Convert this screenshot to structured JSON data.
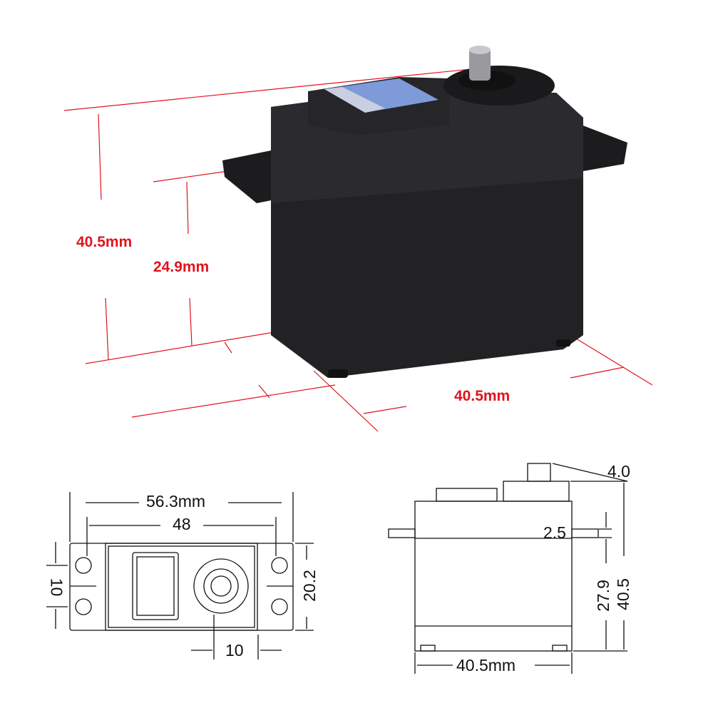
{
  "top_view": {
    "height_label": "40.5mm",
    "body_height_label": "24.9mm",
    "depth_label": "40.5mm",
    "dimension_color": "#e0141e"
  },
  "top_drawing": {
    "overall_length": "56.3mm",
    "hole_spacing": "48",
    "width": "20.2",
    "hole_pitch": "10",
    "shaft_offset": "10"
  },
  "side_drawing": {
    "spline_height": "4.0",
    "tab_thickness": "2.5",
    "tab_height": "27.9",
    "total_height": "40.5",
    "length": "40.5mm"
  }
}
